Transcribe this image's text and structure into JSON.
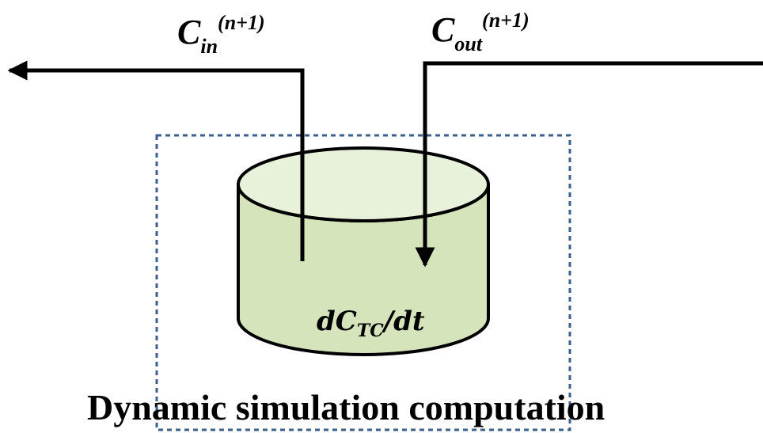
{
  "labels": {
    "inflow": {
      "main": "C",
      "sub": "in",
      "sup": "(n+1)"
    },
    "outflow": {
      "main": "C",
      "sub": "out",
      "sup": "(n+1)"
    },
    "tank_equation": {
      "part1": "dC",
      "sub": "TC",
      "part2": "/dt"
    }
  },
  "caption": "Dynamic simulation computation",
  "colors": {
    "tank_fill": "#d6e4bc",
    "tank_top_fill": "#e8f1d9",
    "outline": "#000000",
    "dashed_box": "#3b5f8f"
  }
}
